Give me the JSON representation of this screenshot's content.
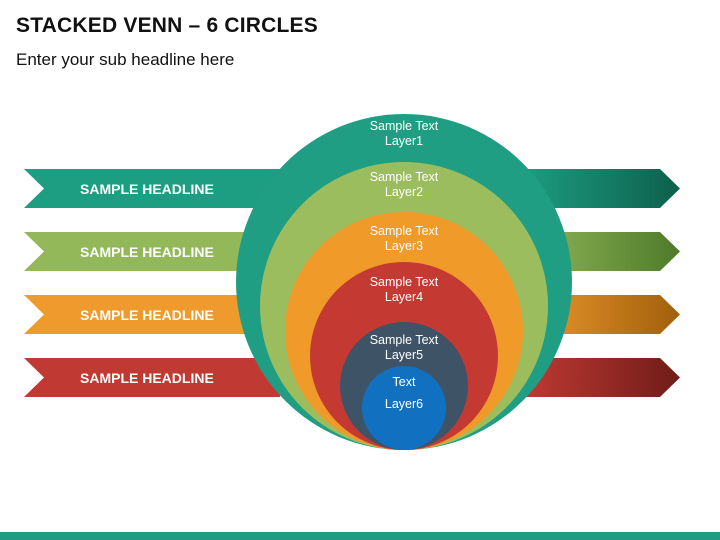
{
  "title": "STACKED VENN – 6 CIRCLES",
  "subtitle": "Enter your sub headline here",
  "arrows": [
    {
      "label": "SAMPLE HEADLINE",
      "color": "#1d9e82",
      "dark": "#0d5f4c"
    },
    {
      "label": "SAMPLE HEADLINE",
      "color": "#92b85a",
      "dark": "#4e7a2a"
    },
    {
      "label": "SAMPLE HEADLINE",
      "color": "#ee9a2c",
      "dark": "#a15f0c"
    },
    {
      "label": "SAMPLE HEADLINE",
      "color": "#c03a33",
      "dark": "#701c18"
    }
  ],
  "layers": [
    {
      "text": "Sample Text",
      "layer": "Layer1",
      "color": "#1f9e84"
    },
    {
      "text": "Sample Text",
      "layer": "Layer2",
      "color": "#9bbd5e"
    },
    {
      "text": "Sample Text",
      "layer": "Layer3",
      "color": "#f09a2a"
    },
    {
      "text": "Sample Text",
      "layer": "Layer4",
      "color": "#c43a32"
    },
    {
      "text": "Sample Text",
      "layer": "Layer5",
      "color": "#3f5366"
    },
    {
      "text": "Text",
      "layer": "Layer6",
      "color": "#1270c0"
    }
  ],
  "footer_color": "#1d9e82"
}
